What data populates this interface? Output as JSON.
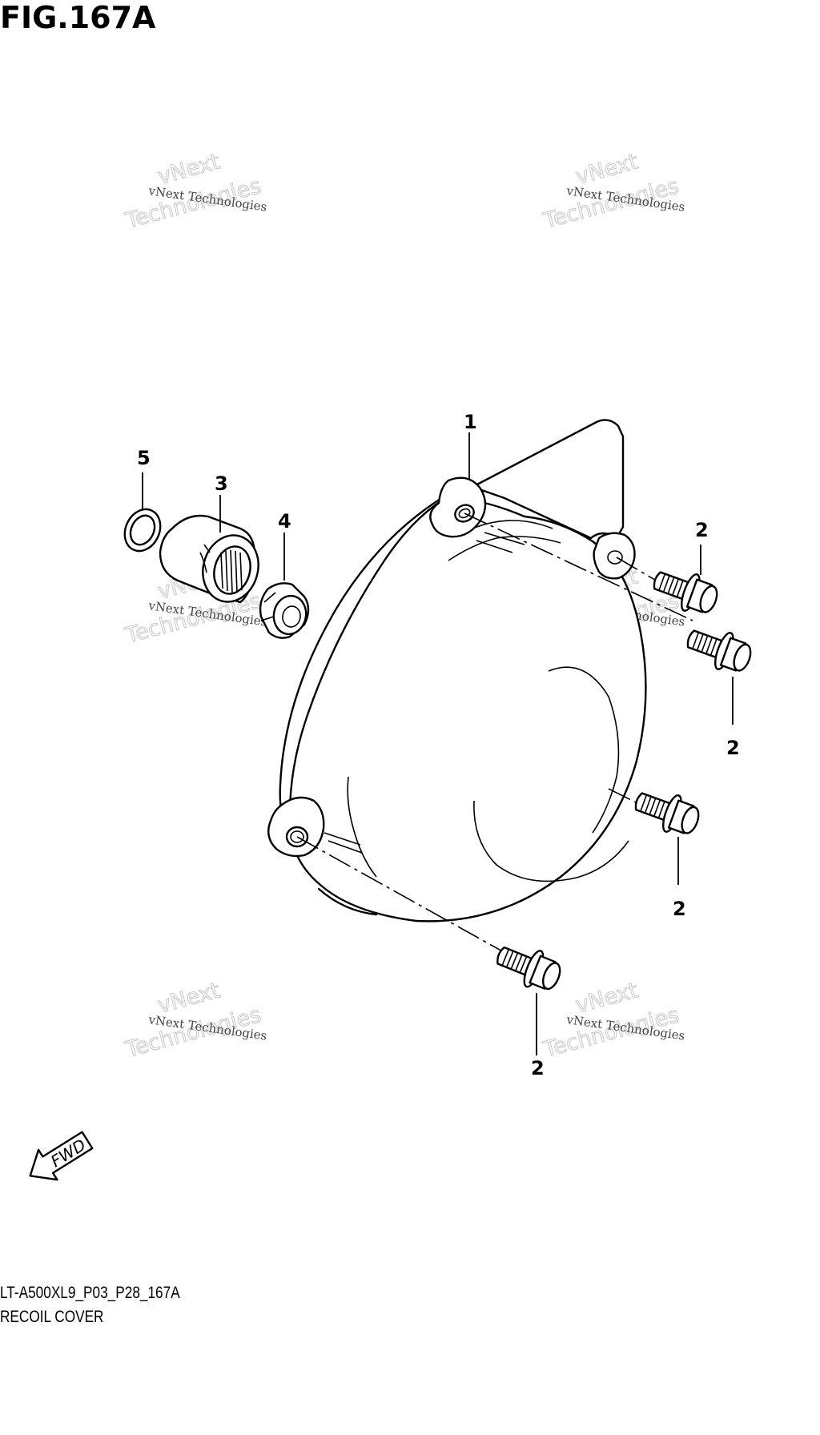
{
  "figure": {
    "title": "FIG.167A"
  },
  "footer": {
    "code": "LT-A500XL9_P03_P28_167A",
    "name": "RECOIL COVER"
  },
  "fwd_label": "FWD",
  "watermark": {
    "line1": "vNext Technologies",
    "line2": "vNext",
    "line3": "Technologies"
  },
  "callouts": {
    "recoil_cover": "1",
    "bolt_a": "2",
    "bolt_b": "2",
    "bolt_c": "2",
    "bolt_d": "2",
    "bearing": "3",
    "nut": "4",
    "o_ring": "5"
  }
}
